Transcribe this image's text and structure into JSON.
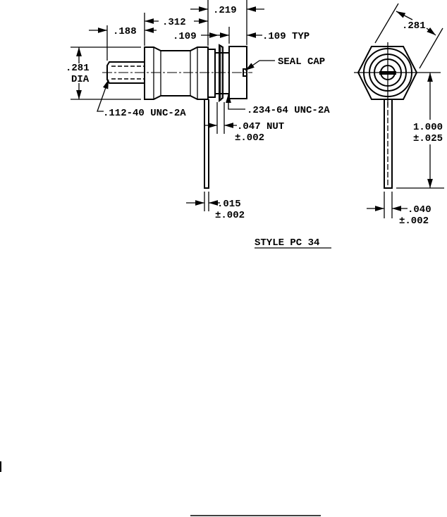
{
  "drawing": {
    "side_view": {
      "dim_overall_cap": ".219",
      "dim_body": ".312",
      "dim_stud": ".188",
      "dim_bushing": ".109",
      "dim_cap_typ": ".109 TYP",
      "dim_diameter": ".281",
      "dim_diameter_suffix": "DIA",
      "seal_cap_label": "SEAL CAP",
      "stud_thread": ".112-40 UNC-2A",
      "bushing_thread": ".234-64 UNC-2A",
      "nut_thickness": ".047 NUT",
      "nut_tolerance": "±.002",
      "lead_thickness": ".015",
      "lead_tolerance": "±.002"
    },
    "end_view": {
      "hex_across_flats": ".281",
      "lead_length": "1.000",
      "lead_length_tolerance": "±.025",
      "lead_width": ".040",
      "lead_width_tolerance": "±.002"
    },
    "caption": "STYLE PC 34"
  }
}
